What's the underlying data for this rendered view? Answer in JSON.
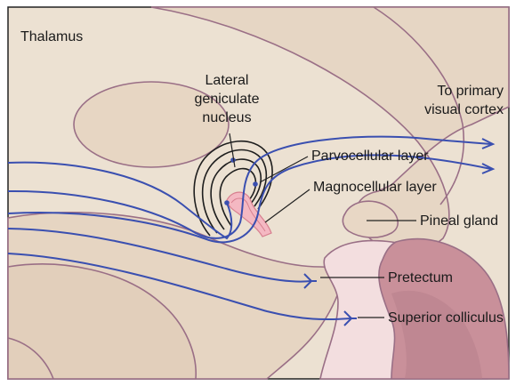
{
  "figure": {
    "region_label": "Thalamus",
    "labels": {
      "lgn_line1": "Lateral",
      "lgn_line2": "geniculate",
      "lgn_line3": "nucleus",
      "cortex_line1": "To primary",
      "cortex_line2": "visual cortex",
      "parvocellular": "Parvocellular layer",
      "magnocellular": "Magnocellular layer",
      "pineal": "Pineal gland",
      "pretectum": "Pretectum",
      "superior_colliculus": "Superior colliculus"
    },
    "colors": {
      "background_tissue": "#ece1d2",
      "tissue_light": "#e4d3c1",
      "tissue_outline": "#9a6f86",
      "pathway_blue": "#3a4fb0",
      "magno_pink": "#f4b8c2",
      "pretectum_pink": "#f3dedf",
      "colliculus_mauve": "#c9909a"
    }
  }
}
